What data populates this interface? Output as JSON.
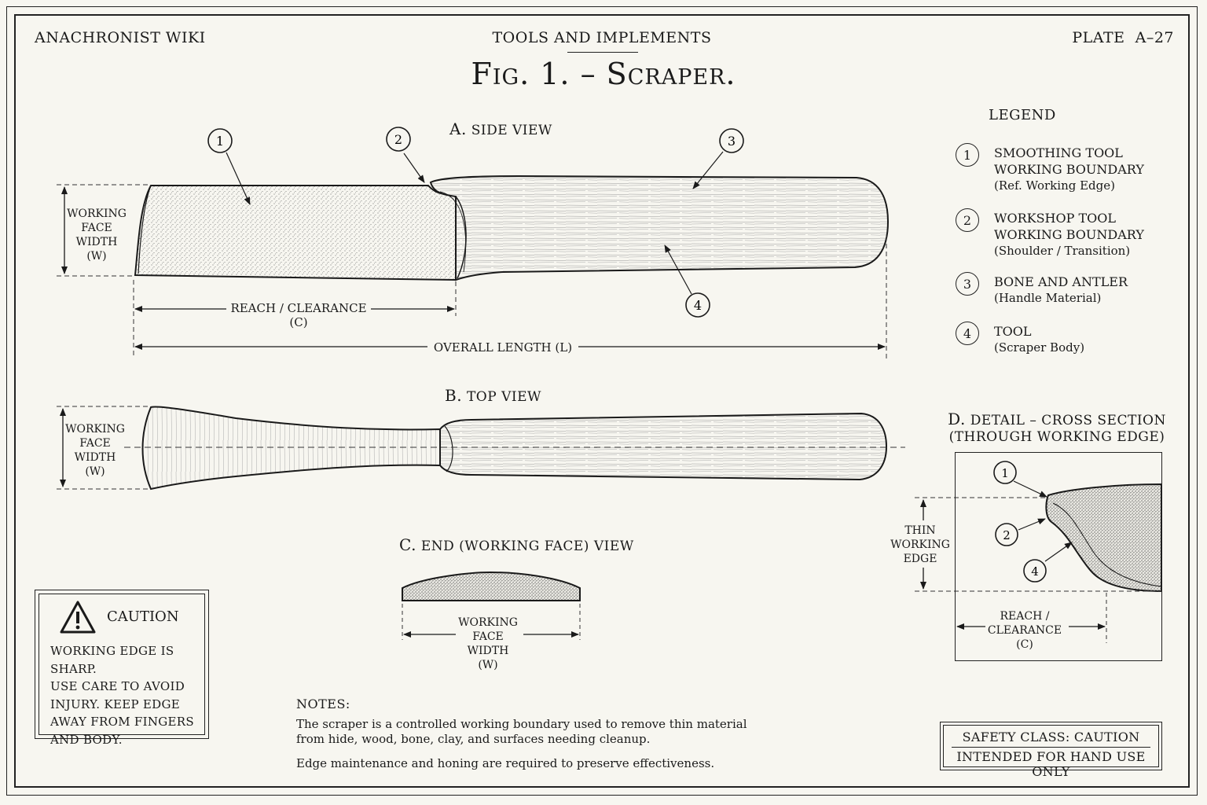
{
  "header": {
    "wiki": "ANACHRONIST WIKI",
    "section": "TOOLS AND IMPLEMENTS",
    "plate": "PLATE  A–27",
    "figure_title": "Fig. 1. – Scraper."
  },
  "views": {
    "a": {
      "letter": "A.",
      "label": "SIDE VIEW"
    },
    "b": {
      "letter": "B.",
      "label": "TOP VIEW"
    },
    "c": {
      "letter": "C.",
      "label": "END (WORKING FACE) VIEW"
    },
    "d": {
      "letter": "D.",
      "label": "DETAIL – CROSS SECTION",
      "label2": "(THROUGH WORKING EDGE)"
    }
  },
  "dimensions": {
    "working_face_width": [
      "WORKING",
      "FACE",
      "WIDTH",
      "(W)"
    ],
    "reach_clearance": "REACH / CLEARANCE",
    "reach_code": "(C)",
    "overall_length": "OVERALL LENGTH (L)",
    "thin_working_edge": [
      "THIN",
      "WORKING",
      "EDGE"
    ],
    "detail_reach": [
      "REACH /",
      "CLEARANCE",
      "(C)"
    ]
  },
  "callouts": [
    "1",
    "2",
    "3",
    "4"
  ],
  "legend": {
    "heading": "LEGEND",
    "items": [
      {
        "num": "1",
        "lines": [
          "SMOOTHING TOOL",
          "WORKING BOUNDARY"
        ],
        "sub": "(Ref. Working Edge)"
      },
      {
        "num": "2",
        "lines": [
          "WORKSHOP TOOL",
          "WORKING BOUNDARY"
        ],
        "sub": "(Shoulder / Transition)"
      },
      {
        "num": "3",
        "lines": [
          "BONE AND ANTLER"
        ],
        "sub": "(Handle Material)"
      },
      {
        "num": "4",
        "lines": [
          "TOOL"
        ],
        "sub": "(Scraper Body)"
      }
    ]
  },
  "caution": {
    "icon": "warning-triangle-icon",
    "title": "CAUTION",
    "lines": [
      "WORKING EDGE IS SHARP.",
      "USE CARE TO AVOID",
      "INJURY. KEEP EDGE",
      "AWAY FROM FINGERS",
      "AND BODY."
    ]
  },
  "notes": {
    "heading": "NOTES:",
    "para1": [
      "The scraper is a controlled working boundary used to remove thin material",
      "from hide, wood, bone, clay, and surfaces needing cleanup."
    ],
    "para2": "Edge maintenance and honing are required to preserve effectiveness."
  },
  "safety": {
    "line1": "SAFETY CLASS: CAUTION",
    "line2": "INTENDED FOR HAND USE ONLY"
  },
  "colors": {
    "ink": "#1a1a1a",
    "paper": "#f7f6f0"
  }
}
